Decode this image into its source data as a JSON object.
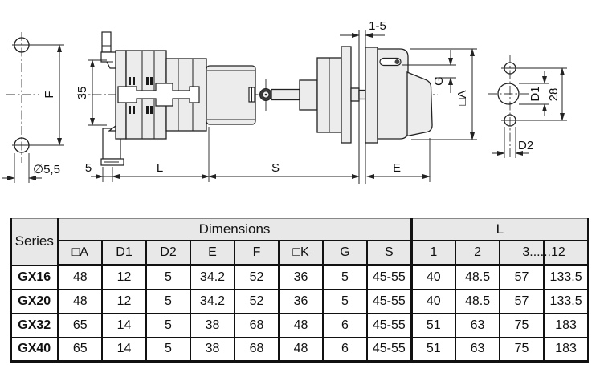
{
  "colors": {
    "line": "#222222",
    "part_fill": "#ececec",
    "table_header_bg": "#e8e8e8",
    "text": "#111111"
  },
  "drawing": {
    "labels": {
      "f": "F",
      "dia55": "∅5,5",
      "thirtyfive": "35",
      "five": "5",
      "l": "L",
      "s": "S",
      "e": "E",
      "one_five": "1-5",
      "g": "G",
      "square_a": "□A",
      "d1": "D1",
      "d2": "D2",
      "twentyeight": "28"
    }
  },
  "table": {
    "header": {
      "series": "Series",
      "dimensions": "Dimensions",
      "l": "L"
    },
    "subheaders": [
      "□A",
      "D1",
      "D2",
      "E",
      "F",
      "□K",
      "G",
      "S",
      "1",
      "2"
    ],
    "subheader_3_12": "3......12",
    "rows": [
      {
        "series": "GX16",
        "values": [
          "48",
          "12",
          "5",
          "34.2",
          "52",
          "36",
          "5",
          "45-55",
          "40",
          "48.5",
          "57",
          "133.5"
        ]
      },
      {
        "series": "GX20",
        "values": [
          "48",
          "12",
          "5",
          "34.2",
          "52",
          "36",
          "5",
          "45-55",
          "40",
          "48.5",
          "57",
          "133.5"
        ]
      },
      {
        "series": "GX32",
        "values": [
          "65",
          "14",
          "5",
          "38",
          "68",
          "48",
          "6",
          "45-55",
          "51",
          "63",
          "75",
          "183"
        ]
      },
      {
        "series": "GX40",
        "values": [
          "65",
          "14",
          "5",
          "38",
          "68",
          "48",
          "6",
          "45-55",
          "51",
          "63",
          "75",
          "183"
        ]
      }
    ]
  }
}
